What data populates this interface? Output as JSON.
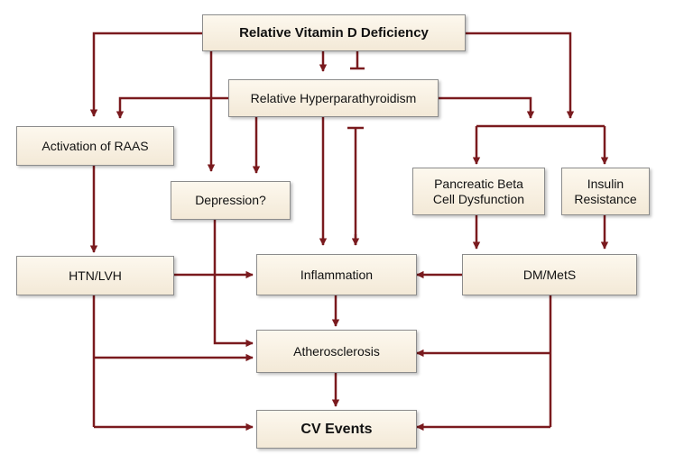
{
  "diagram": {
    "nodes": {
      "vitamin_d": "Relative Vitamin D Deficiency",
      "hyperpara": "Relative Hyperparathyroidism",
      "raas": "Activation of RAAS",
      "depression": "Depression?",
      "beta_cell": "Pancreatic Beta\nCell Dysfunction",
      "insulin": "Insulin\nResistance",
      "htn": "HTN/LVH",
      "inflammation": "Inflammation",
      "dm": "DM/MetS",
      "athero": "Atherosclerosis",
      "cv": "CV Events"
    },
    "colors": {
      "arrow": "#7a1a1e",
      "box_fill_top": "#fdf8ee",
      "box_fill_bottom": "#f3e9d7",
      "box_border": "#8c8c8c"
    }
  }
}
